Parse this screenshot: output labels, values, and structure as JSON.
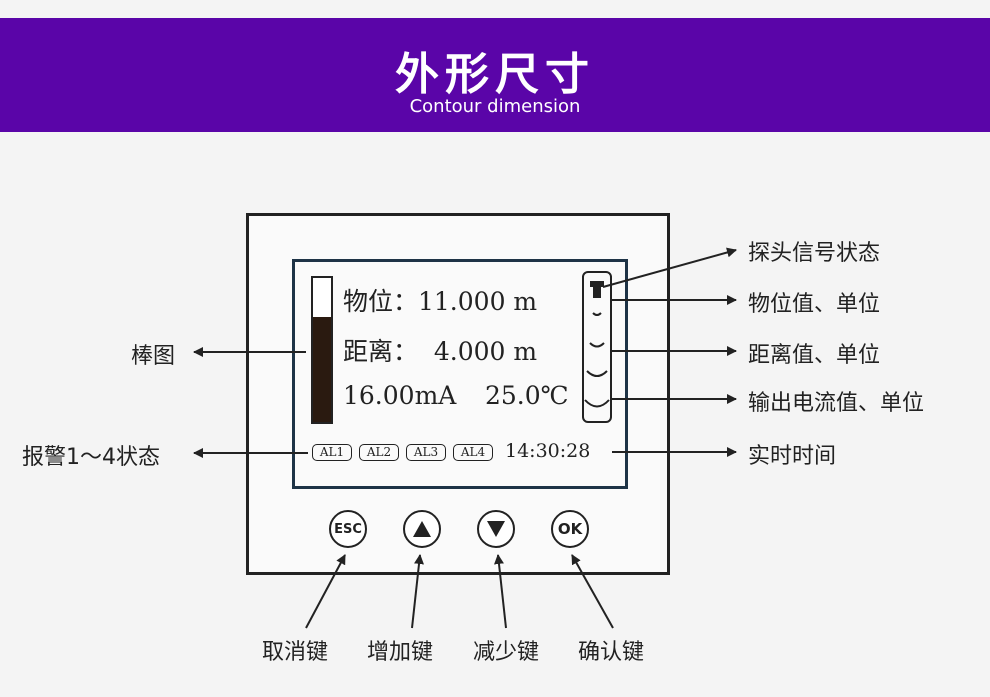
{
  "header": {
    "title": "外形尺寸",
    "subtitle": "Contour dimension"
  },
  "screen": {
    "level_line": "物位：11.000 m",
    "distance_line": "距离：  4.000 m",
    "output_current": "16.00mA",
    "temperature": "25.0℃",
    "bar_fill_fraction": 0.73,
    "alarms": [
      "AL1",
      "AL2",
      "AL3",
      "AL4"
    ],
    "clock": "14:30:28"
  },
  "keys": {
    "esc": "ESC",
    "ok": "OK"
  },
  "labels": {
    "probe_signal_status": "探头信号状态",
    "level_value_unit": "物位值、单位",
    "distance_value_unit": "距离值、单位",
    "output_current_value_unit": "输出电流值、单位",
    "realtime_clock": "实时时间",
    "bar_graph": "棒图",
    "alarm_status": "报警1～4状态",
    "cancel_key": "取消键",
    "increase_key": "增加键",
    "decrease_key": "减少键",
    "confirm_key": "确认键"
  },
  "colors": {
    "banner": "#5a05a8",
    "screen_border": "#1e3346",
    "line": "#222222"
  }
}
